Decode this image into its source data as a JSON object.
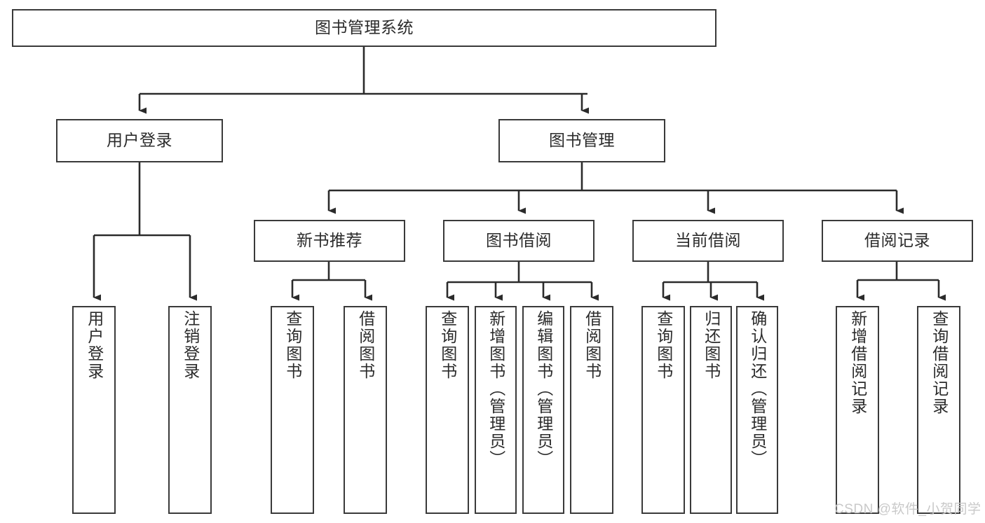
{
  "diagram": {
    "type": "tree-hierarchy-flowchart",
    "title": "图书管理系统",
    "colors": {
      "box_border": "#3a3a3a",
      "box_fill": "#ffffff",
      "edge": "#2b2b2b",
      "text": "#2b2b2b",
      "watermark": "#c9c9c9",
      "background": "#ffffff"
    },
    "levels": {
      "root": {
        "label": "图书管理系统"
      },
      "level2": [
        {
          "label": "用户登录"
        },
        {
          "label": "图书管理"
        }
      ],
      "level3": [
        {
          "label": "新书推荐"
        },
        {
          "label": "图书借阅"
        },
        {
          "label": "当前借阅"
        },
        {
          "label": "借阅记录"
        }
      ],
      "leaves": {
        "user_login": [
          {
            "label": "用户登录"
          },
          {
            "label": "注销登录"
          }
        ],
        "new_book_recommend": [
          {
            "label": "查询图书"
          },
          {
            "label": "借阅图书"
          }
        ],
        "book_borrow": [
          {
            "label": "查询图书"
          },
          {
            "label": "新增图书（管理员）"
          },
          {
            "label": "编辑图书（管理员）"
          },
          {
            "label": "借阅图书"
          }
        ],
        "current_borrow": [
          {
            "label": "查询图书"
          },
          {
            "label": "归还图书"
          },
          {
            "label": "确认归还（管理员）"
          }
        ],
        "borrow_record": [
          {
            "label": "新增借阅记录"
          },
          {
            "label": "查询借阅记录"
          }
        ]
      }
    },
    "watermark": "CSDN @软件_小贺同学"
  }
}
